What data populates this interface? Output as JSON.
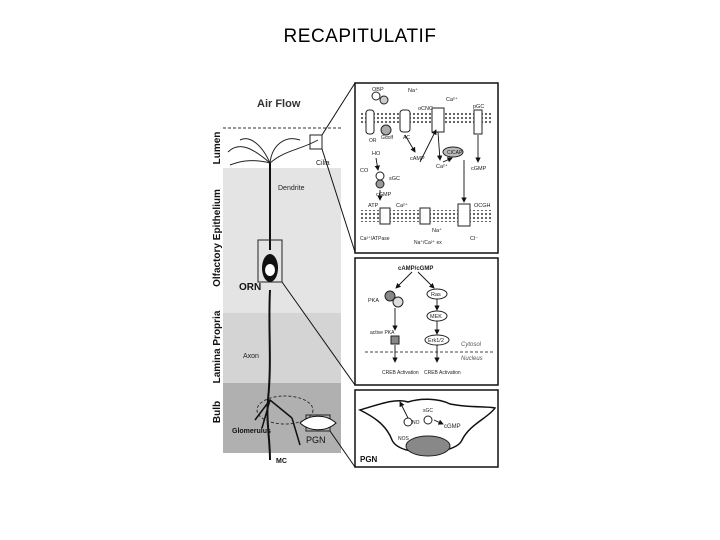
{
  "slide": {
    "title": "RECAPITULATIF"
  },
  "main_panel": {
    "air_flow": "Air Flow",
    "regions": [
      "Lumen",
      "Olfactory Epithelium",
      "Lamina Propria",
      "Bulb"
    ],
    "labels": {
      "cilia": "Cilia",
      "dendrite": "Dendrite",
      "orn": "ORN",
      "axon": "Axon",
      "glomerulus": "Glomerulus",
      "pgn": "PGN",
      "mc": "MC"
    }
  },
  "inset_cilia": {
    "labels": {
      "obp": "OBP",
      "na": "Na⁺",
      "ca": "Ca²⁺",
      "ocnc": "oCNC",
      "pgc": "pGC",
      "or": "OR",
      "golf": "Gαolf",
      "ac": "AC",
      "ho": "HO",
      "camp": "cAMP",
      "co": "CO",
      "sgc": "sGC",
      "cgmp_left": "cGMP",
      "cgmp_right": "cGMP",
      "ca_in": "Ca²⁺",
      "cicap": "CICAP",
      "atp": "ATP",
      "ca_top": "Ca²⁺",
      "na_in": "Na⁺",
      "ocgh": "OCGH",
      "cl": "Cl⁻",
      "atpase": "Ca²⁺/ATPase",
      "ncx": "Na⁺/Ca²⁺ ex"
    }
  },
  "inset_soma": {
    "labels": {
      "header": "cAMP/cGMP",
      "ras": "Ras",
      "pka": "PKA",
      "mek": "MEK",
      "active_pka": "active PKA",
      "erk": "Erk1/2",
      "cytosol": "Cytosol",
      "nucleus": "Nucleus",
      "creb_left": "CREB Activation",
      "creb_right": "CREB Activation"
    }
  },
  "inset_pgn": {
    "labels": {
      "pgn": "PGN",
      "cgmp": "cGMP",
      "no": "NO",
      "nos": "NOS",
      "sgc": "sGC"
    }
  }
}
